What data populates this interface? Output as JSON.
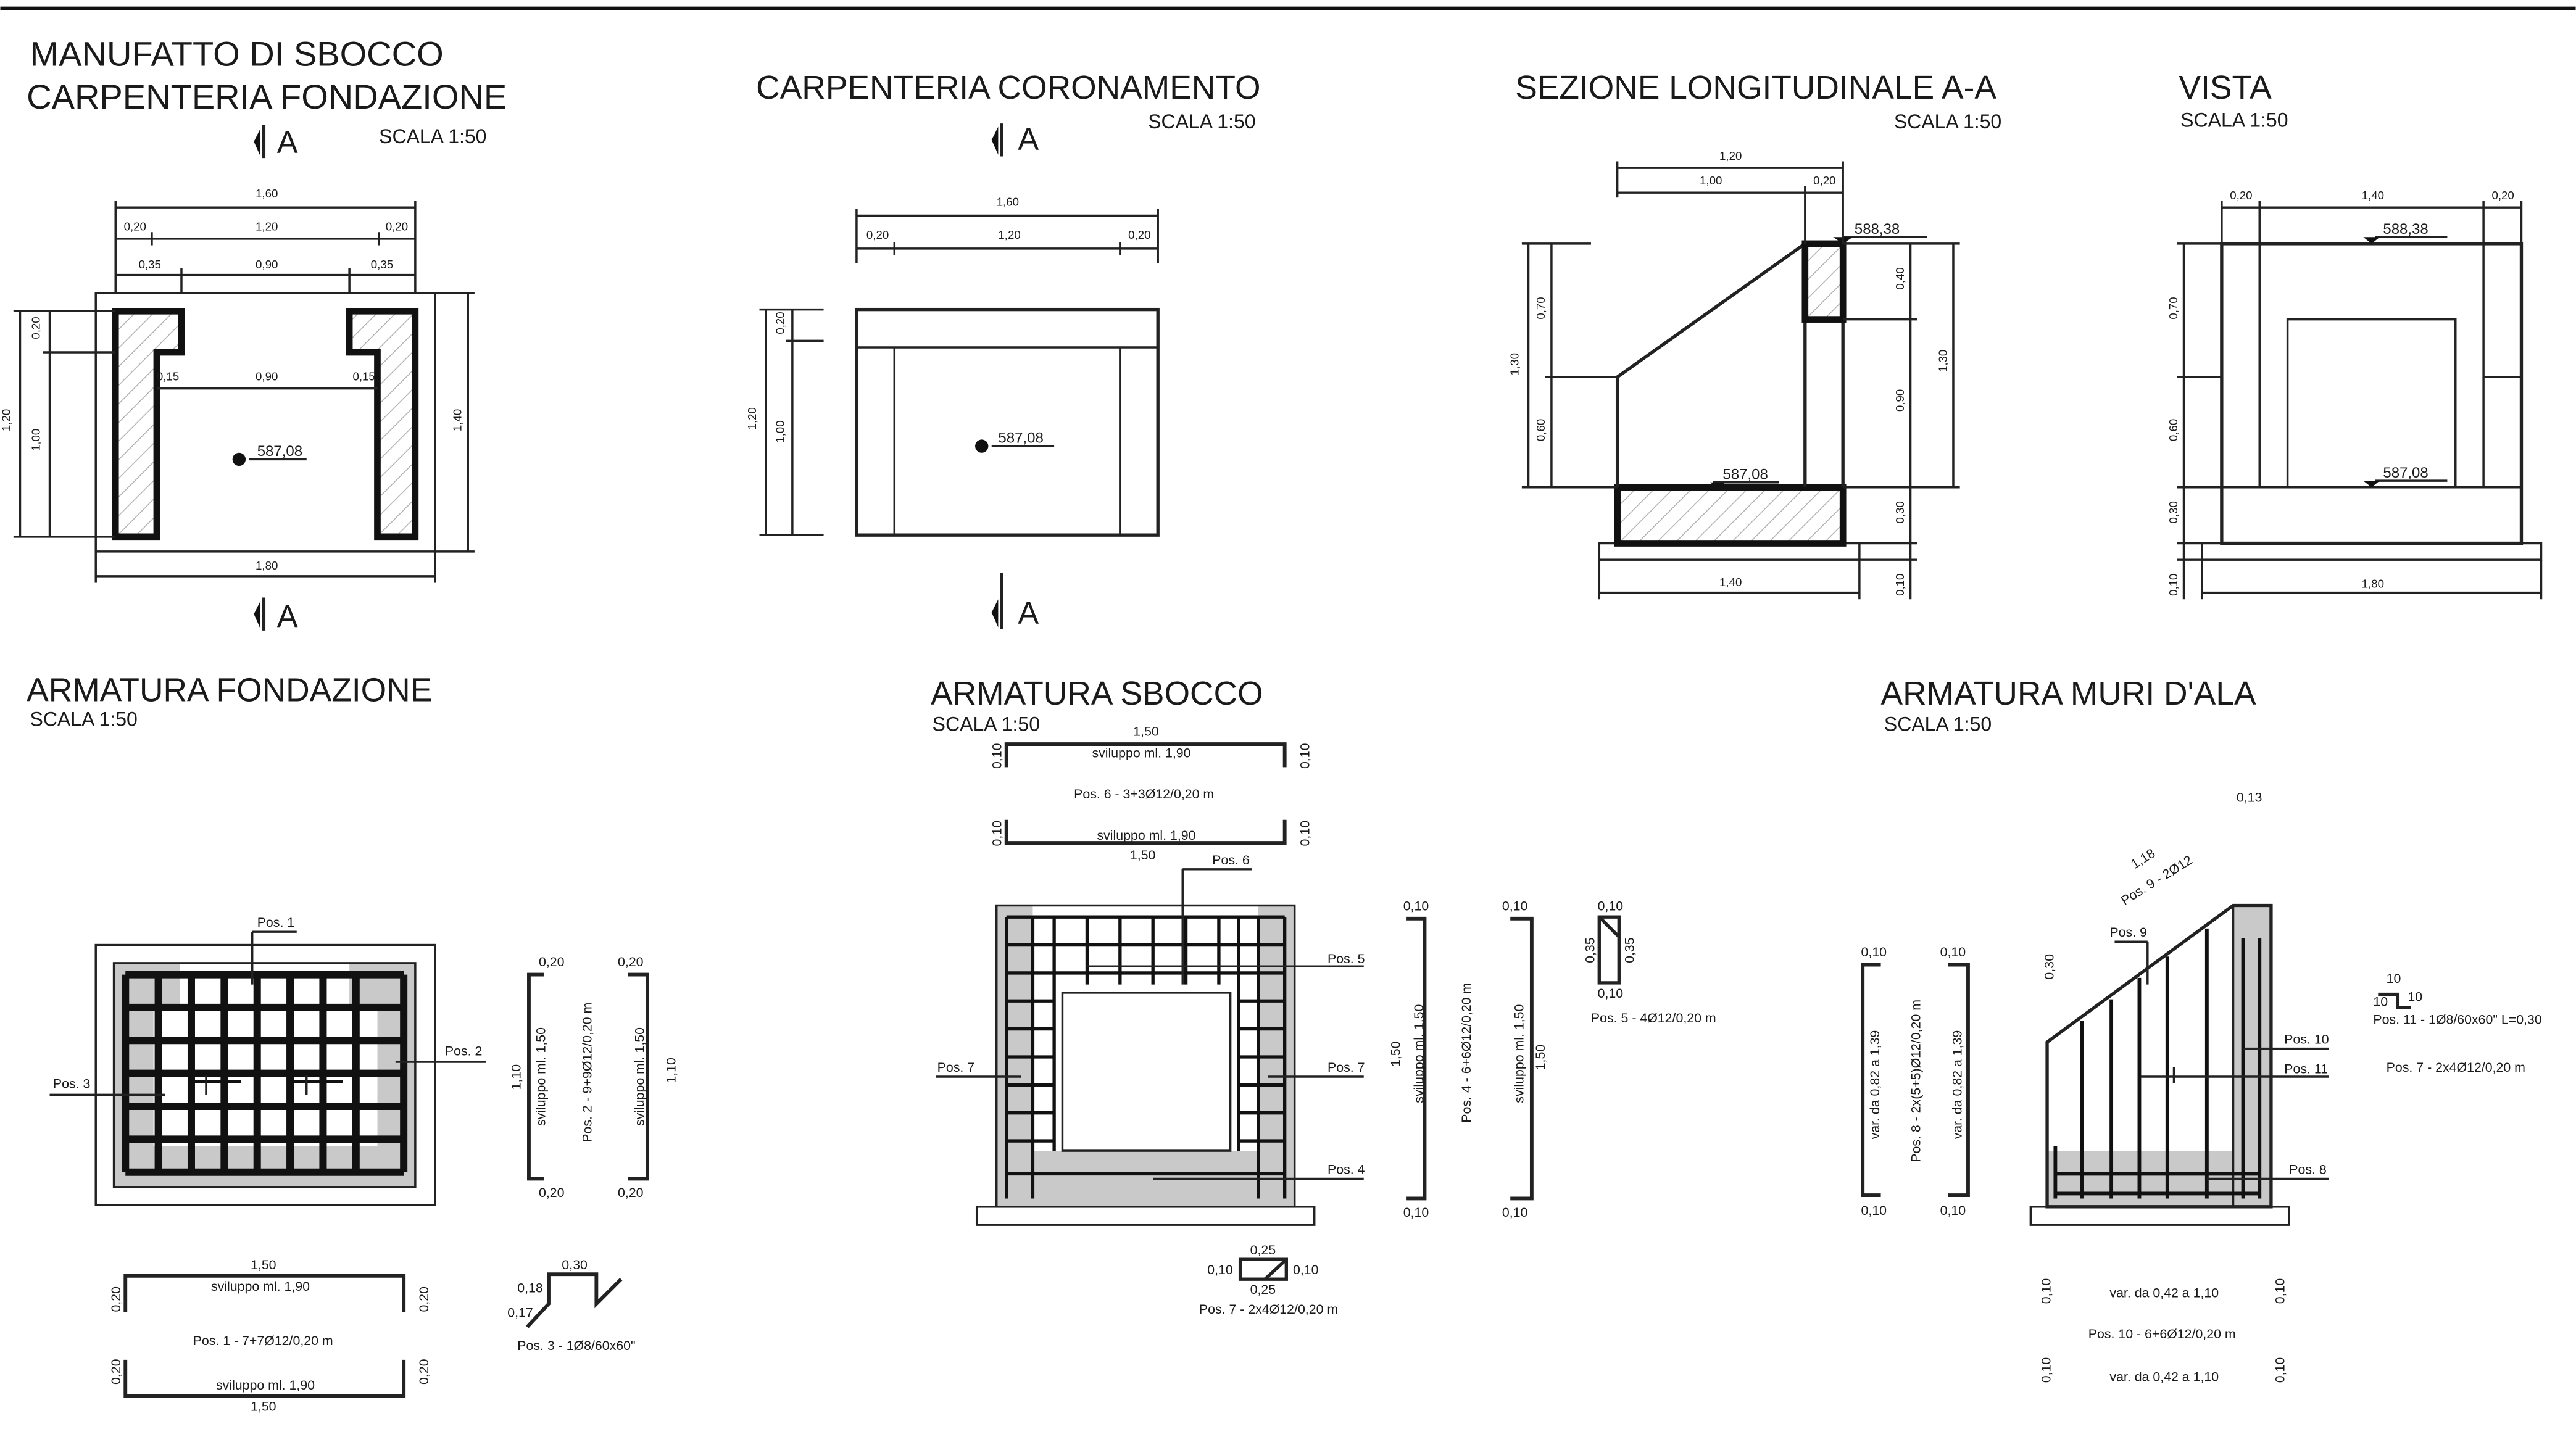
{
  "sheet": {
    "t1a": "MANUFATTO DI SBOCCO",
    "t1b": "CARPENTERIA FONDAZIONE",
    "t2": "CARPENTERIA CORONAMENTO",
    "t3": "SEZIONE LONGITUDINALE  A-A",
    "t4": "VISTA",
    "t5": "ARMATURA FONDAZIONE",
    "t6": "ARMATURA SBOCCO",
    "t7": "ARMATURA MURI D'ALA",
    "scale": "SCALA 1:50",
    "sec": "A"
  },
  "cf": {
    "d160": "1,60",
    "d020": "0,20",
    "d120": "1,20",
    "d035": "0,35",
    "d090": "0,90",
    "d015": "0,15",
    "d180": "1,80",
    "d140": "1,40",
    "d100": "1,00",
    "elev": "587,08"
  },
  "cc": {
    "d160": "1,60",
    "d020": "0,20",
    "d120": "1,20",
    "d100": "1,00",
    "elev": "587,08"
  },
  "sl": {
    "d120": "1,20",
    "d100": "1,00",
    "d020": "0,20",
    "d070": "0,70",
    "d060": "0,60",
    "d130": "1,30",
    "d040": "0,40",
    "d090": "0,90",
    "d030": "0,30",
    "d010": "0,10",
    "d140": "1,40",
    "elev_top": "588,38",
    "elev_bot": "587,08"
  },
  "vi": {
    "d020": "0,20",
    "d140": "1,40",
    "d070": "0,70",
    "d060": "0,60",
    "d030": "0,30",
    "d010": "0,10",
    "d180": "1,80",
    "elev_top": "588,38",
    "elev_bot": "587,08"
  },
  "af": {
    "pos1": "Pos. 1",
    "pos2": "Pos. 2",
    "pos3": "Pos. 3",
    "d020": "0,20",
    "d110": "1,10",
    "d150": "1,50",
    "svil150": "sviluppo ml. 1,50",
    "svil190": "sviluppo ml. 1,90",
    "p2desc": "Pos. 2 - 9+9Ø12/0,20 m",
    "p1desc": "Pos. 1 - 7+7Ø12/0,20 m",
    "d030": "0,30",
    "d018": "0,18",
    "d017": "0,17",
    "p3desc": "Pos. 3 - 1Ø8/60x60\""
  },
  "as": {
    "d150": "1,50",
    "d010": "0,10",
    "svil190": "sviluppo ml. 1,90",
    "p6desc": "Pos. 6 - 3+3Ø12/0,20 m",
    "pos4": "Pos. 4",
    "pos5": "Pos. 5",
    "pos6": "Pos. 6",
    "pos7": "Pos. 7",
    "svil150": "sviluppo ml. 1,50",
    "p4desc": "Pos. 4 - 6+6Ø12/0,20 m",
    "d035": "0,35",
    "p5desc": "Pos. 5 - 4Ø12/0,20 m",
    "d025": "0,25",
    "p7desc": "Pos. 7 - 2x4Ø12/0,20 m"
  },
  "am": {
    "d013": "0,13",
    "d118": "1,18",
    "p9": "Pos. 9 - 2Ø12",
    "pos8": "Pos. 8",
    "pos9": "Pos. 9",
    "pos10": "Pos. 10",
    "pos11": "Pos. 11",
    "d010": "0,10",
    "d030": "0,30",
    "var139": "var. da 0,82 a 1,39",
    "p8desc": "Pos. 8 - 2x(5+5)Ø12/0,20 m",
    "p11desc": "Pos. 11 - 1Ø8/60x60\" L=0,30",
    "p7desc": "Pos. 7 - 2x4Ø12/0,20 m",
    "ten": "10",
    "var110": "var. da 0,42 a 1,10",
    "p10desc": "Pos. 10 - 6+6Ø12/0,20 m"
  }
}
